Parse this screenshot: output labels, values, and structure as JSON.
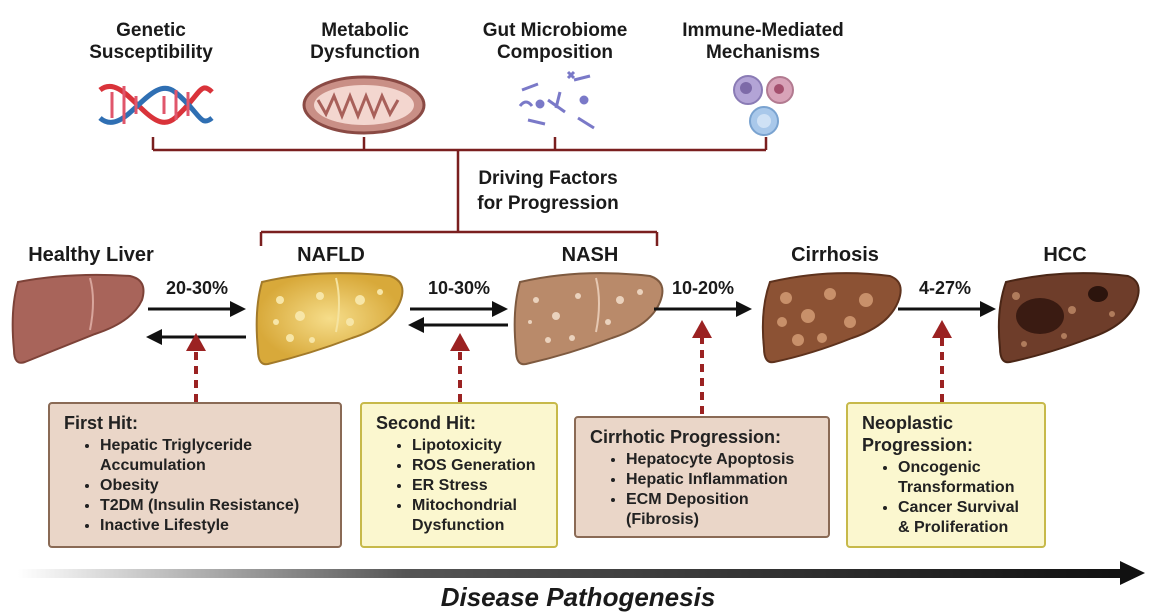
{
  "factors": [
    {
      "label": "Genetic\nSusceptibility",
      "icon": "dna-icon"
    },
    {
      "label": "Metabolic\nDysfunction",
      "icon": "mitochondria-icon"
    },
    {
      "label": "Gut Microbiome\nComposition",
      "icon": "microbiome-icon"
    },
    {
      "label": "Immune-Mediated\nMechanisms",
      "icon": "immune-cells-icon"
    }
  ],
  "driving_factors": "Driving Factors\nfor Progression",
  "stages": [
    "Healthy Liver",
    "NAFLD",
    "NASH",
    "Cirrhosis",
    "HCC"
  ],
  "transitions": [
    "20-30%",
    "10-30%",
    "10-20%",
    "4-27%"
  ],
  "hits": [
    {
      "title": "First Hit:",
      "items": [
        "Hepatic Triglyceride\nAccumulation",
        "Obesity",
        "T2DM (Insulin Resistance)",
        "Inactive Lifestyle"
      ]
    },
    {
      "title": "Second Hit:",
      "items": [
        "Lipotoxicity",
        "ROS Generation",
        "ER Stress",
        "Mitochondrial\nDysfunction"
      ]
    },
    {
      "title": "Cirrhotic Progression:",
      "items": [
        "Hepatocyte Apoptosis",
        "Hepatic Inflammation",
        "ECM Deposition\n(Fibrosis)"
      ]
    },
    {
      "title": "Neoplastic\nProgression:",
      "items": [
        "Oncogenic\nTransformation",
        "Cancer Survival\n& Proliferation"
      ]
    }
  ],
  "footer": "Disease Pathogenesis",
  "colors": {
    "bracket": "#7a1f1f",
    "dashed_arrow": "#9b2222",
    "healthy_liver": "#a8645a",
    "nafld_liver": "#d9ad3c",
    "nash_liver": "#b98a6a",
    "cirrhosis_liver": "#8c5234",
    "hcc_liver": "#6e3d2a"
  }
}
